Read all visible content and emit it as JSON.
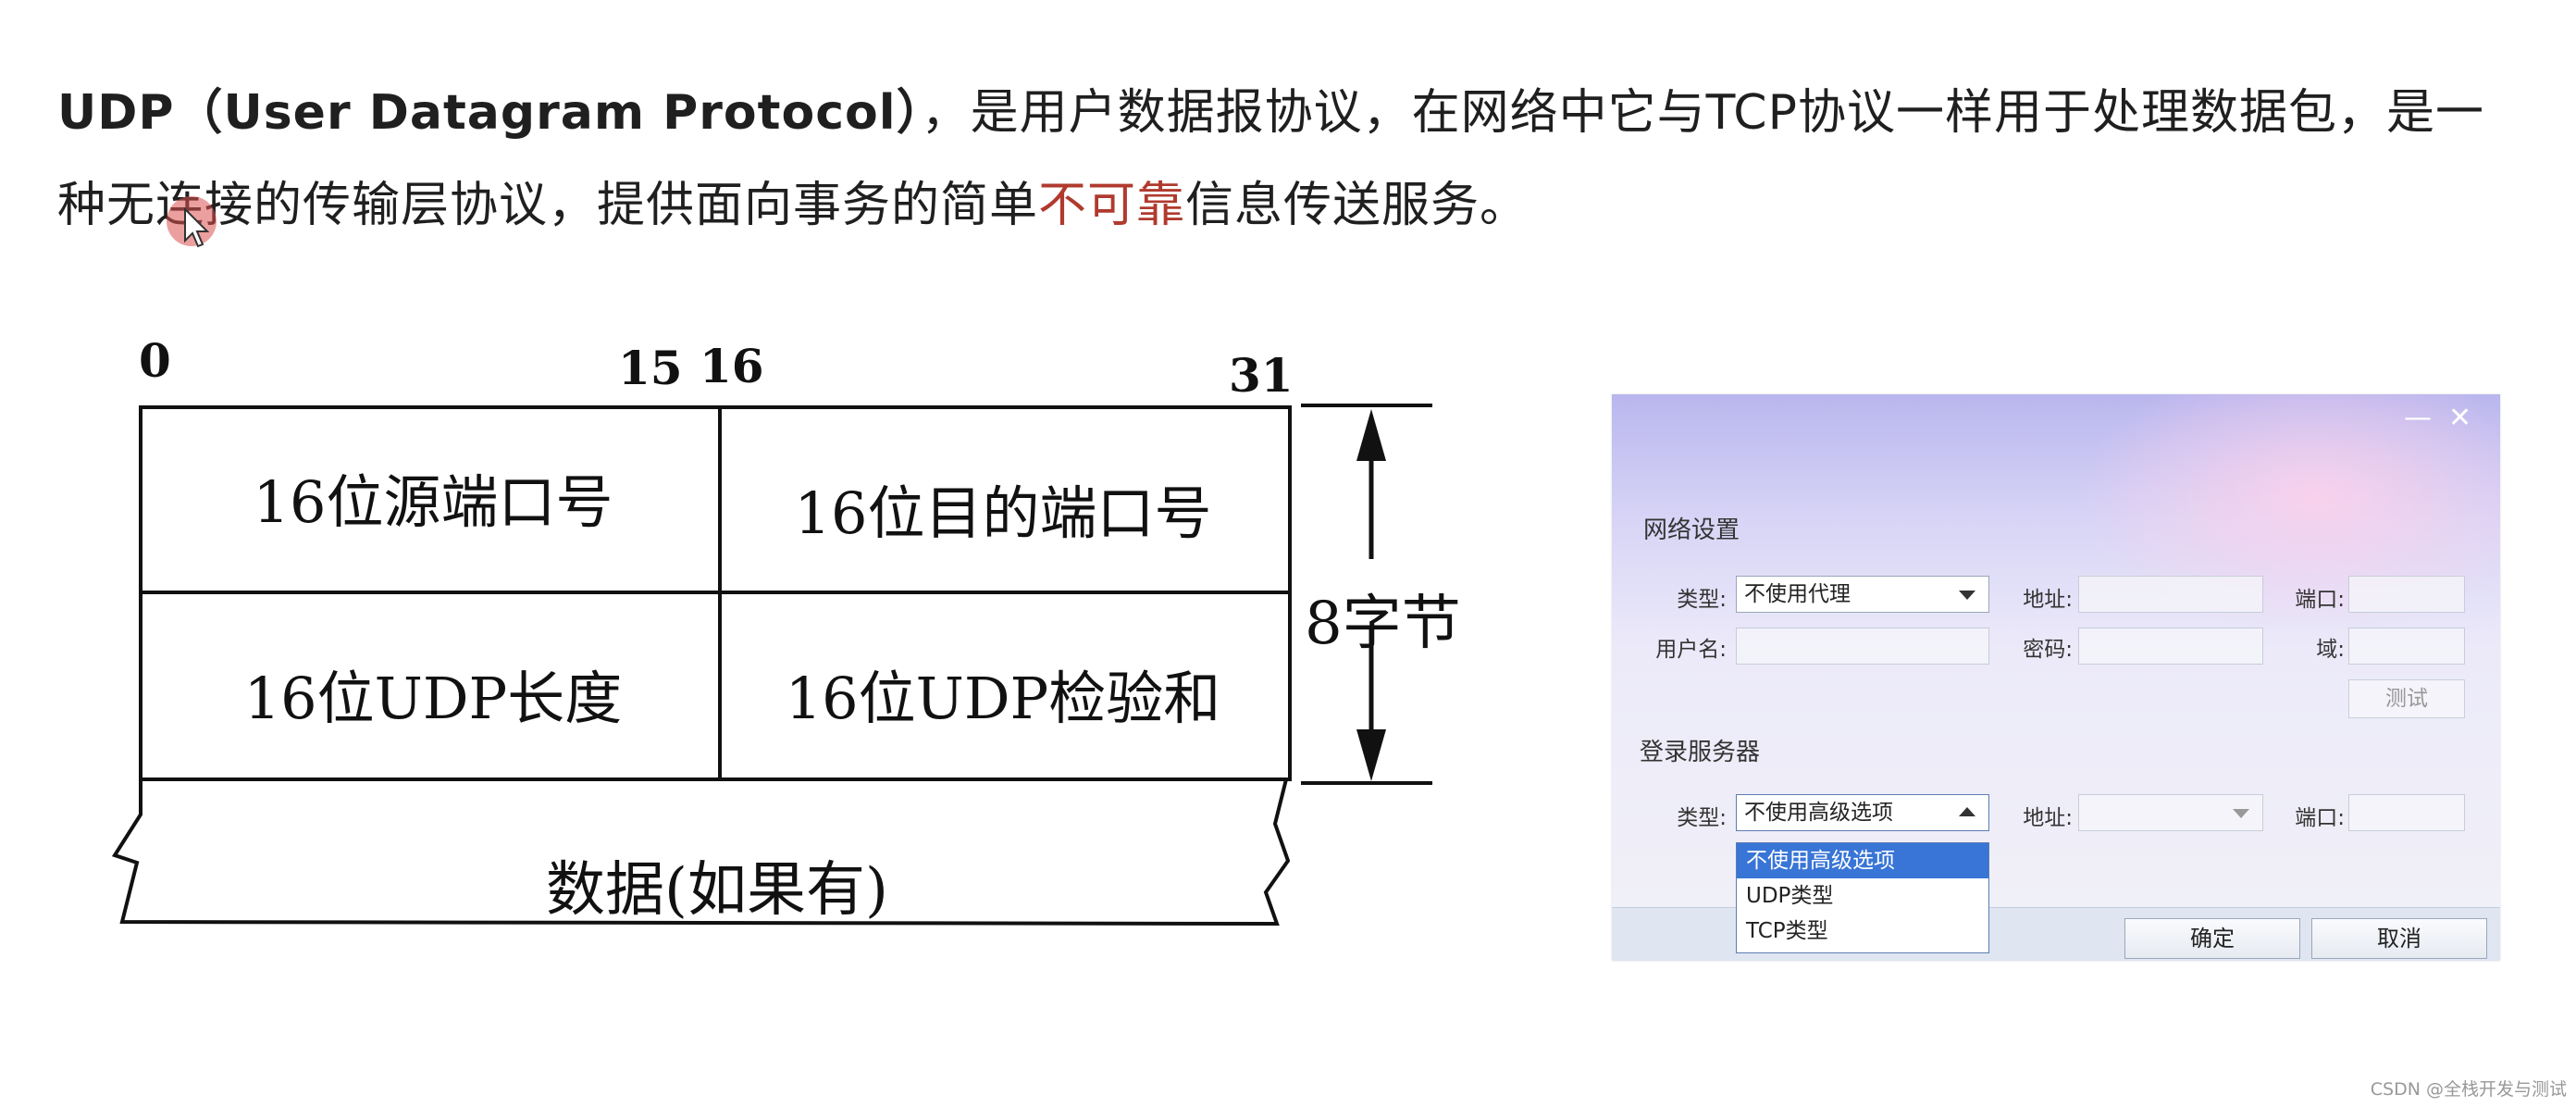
{
  "intro": {
    "term": "UDP（User Datagram Protocol）",
    "text_part1": "，是用户数据报协议，在网络中它与TCP协议一样用于处理数据包，是一种无连接的传输层协议，提供面向事务的简单",
    "warn": "不可靠",
    "text_part2": "信息传送服务。"
  },
  "diagram": {
    "bit_labels": [
      "0",
      "15",
      "16",
      "31"
    ],
    "cells": [
      "16位源端口号",
      "16位目的端口号",
      "16位UDP长度",
      "16位UDP检验和"
    ],
    "data": "数据(如果有)",
    "bytes": "8字节"
  },
  "dialog": {
    "network_title": "网络设置",
    "type_label": "类型:",
    "proxy_value": "不使用代理",
    "address_label": "地址:",
    "port_label": "端口:",
    "username_label": "用户名:",
    "password_label": "密码:",
    "domain_label": "域:",
    "test_button": "测试",
    "login_title": "登录服务器",
    "login_type_label": "类型:",
    "advanced_value": "不使用高级选项",
    "login_address_label": "地址:",
    "login_port_label": "端口:",
    "dropdown_options": [
      "不使用高级选项",
      "UDP类型",
      "TCP类型"
    ],
    "ok_button": "确定",
    "cancel_button": "取消",
    "minimize_glyph": "—",
    "close_glyph": "✕"
  },
  "watermark": "CSDN @全栈开发与测试"
}
